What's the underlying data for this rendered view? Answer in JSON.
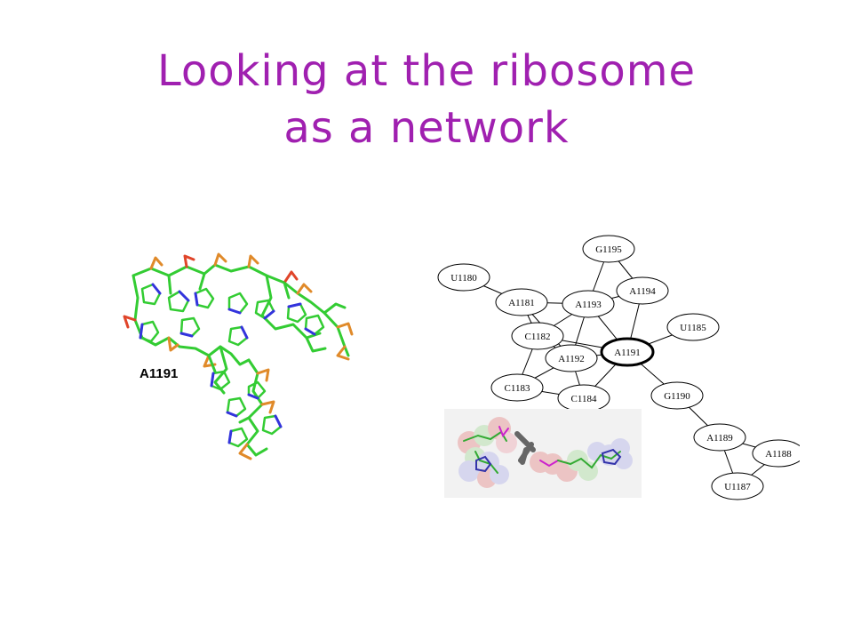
{
  "slide": {
    "title_line1": "Looking at the ribosome",
    "title_line2": "as a network"
  },
  "molecule": {
    "label": "A1191"
  },
  "network": {
    "nodes": [
      {
        "id": "G1195",
        "label": "G1195"
      },
      {
        "id": "U1180",
        "label": "U1180"
      },
      {
        "id": "A1194",
        "label": "A1194"
      },
      {
        "id": "A1181",
        "label": "A1181"
      },
      {
        "id": "A1193",
        "label": "A1193"
      },
      {
        "id": "U1185",
        "label": "U1185"
      },
      {
        "id": "C1182",
        "label": "C1182"
      },
      {
        "id": "A1191",
        "label": "A1191",
        "highlighted": true
      },
      {
        "id": "A1192",
        "label": "A1192"
      },
      {
        "id": "C1183",
        "label": "C1183"
      },
      {
        "id": "C1184",
        "label": "C1184"
      },
      {
        "id": "G1190",
        "label": "G1190"
      },
      {
        "id": "A1189",
        "label": "A1189"
      },
      {
        "id": "A1188",
        "label": "A1188"
      },
      {
        "id": "U1187",
        "label": "U1187"
      }
    ],
    "edges": [
      [
        "U1180",
        "A1181"
      ],
      [
        "A1181",
        "A1193"
      ],
      [
        "A1181",
        "C1182"
      ],
      [
        "A1181",
        "A1192"
      ],
      [
        "G1195",
        "A1193"
      ],
      [
        "G1195",
        "A1194"
      ],
      [
        "A1193",
        "A1194"
      ],
      [
        "A1193",
        "C1182"
      ],
      [
        "A1193",
        "A1192"
      ],
      [
        "A1193",
        "A1191"
      ],
      [
        "A1194",
        "A1191"
      ],
      [
        "C1182",
        "A1192"
      ],
      [
        "C1182",
        "A1191"
      ],
      [
        "C1182",
        "C1183"
      ],
      [
        "A1192",
        "C1183"
      ],
      [
        "A1192",
        "A1191"
      ],
      [
        "A1192",
        "C1184"
      ],
      [
        "C1183",
        "C1184"
      ],
      [
        "C1184",
        "A1191"
      ],
      [
        "A1191",
        "U1185"
      ],
      [
        "A1191",
        "G1190"
      ],
      [
        "G1190",
        "A1189"
      ],
      [
        "A1189",
        "A1188"
      ],
      [
        "A1189",
        "U1187"
      ],
      [
        "A1188",
        "U1187"
      ]
    ]
  },
  "colors": {
    "title": "#a020b0",
    "carbon": "#33cc33",
    "oxygen": "#e0452a",
    "nitrogen": "#3333dd",
    "phosphorus": "#e08a2a",
    "highlight_ring": "#000000"
  }
}
